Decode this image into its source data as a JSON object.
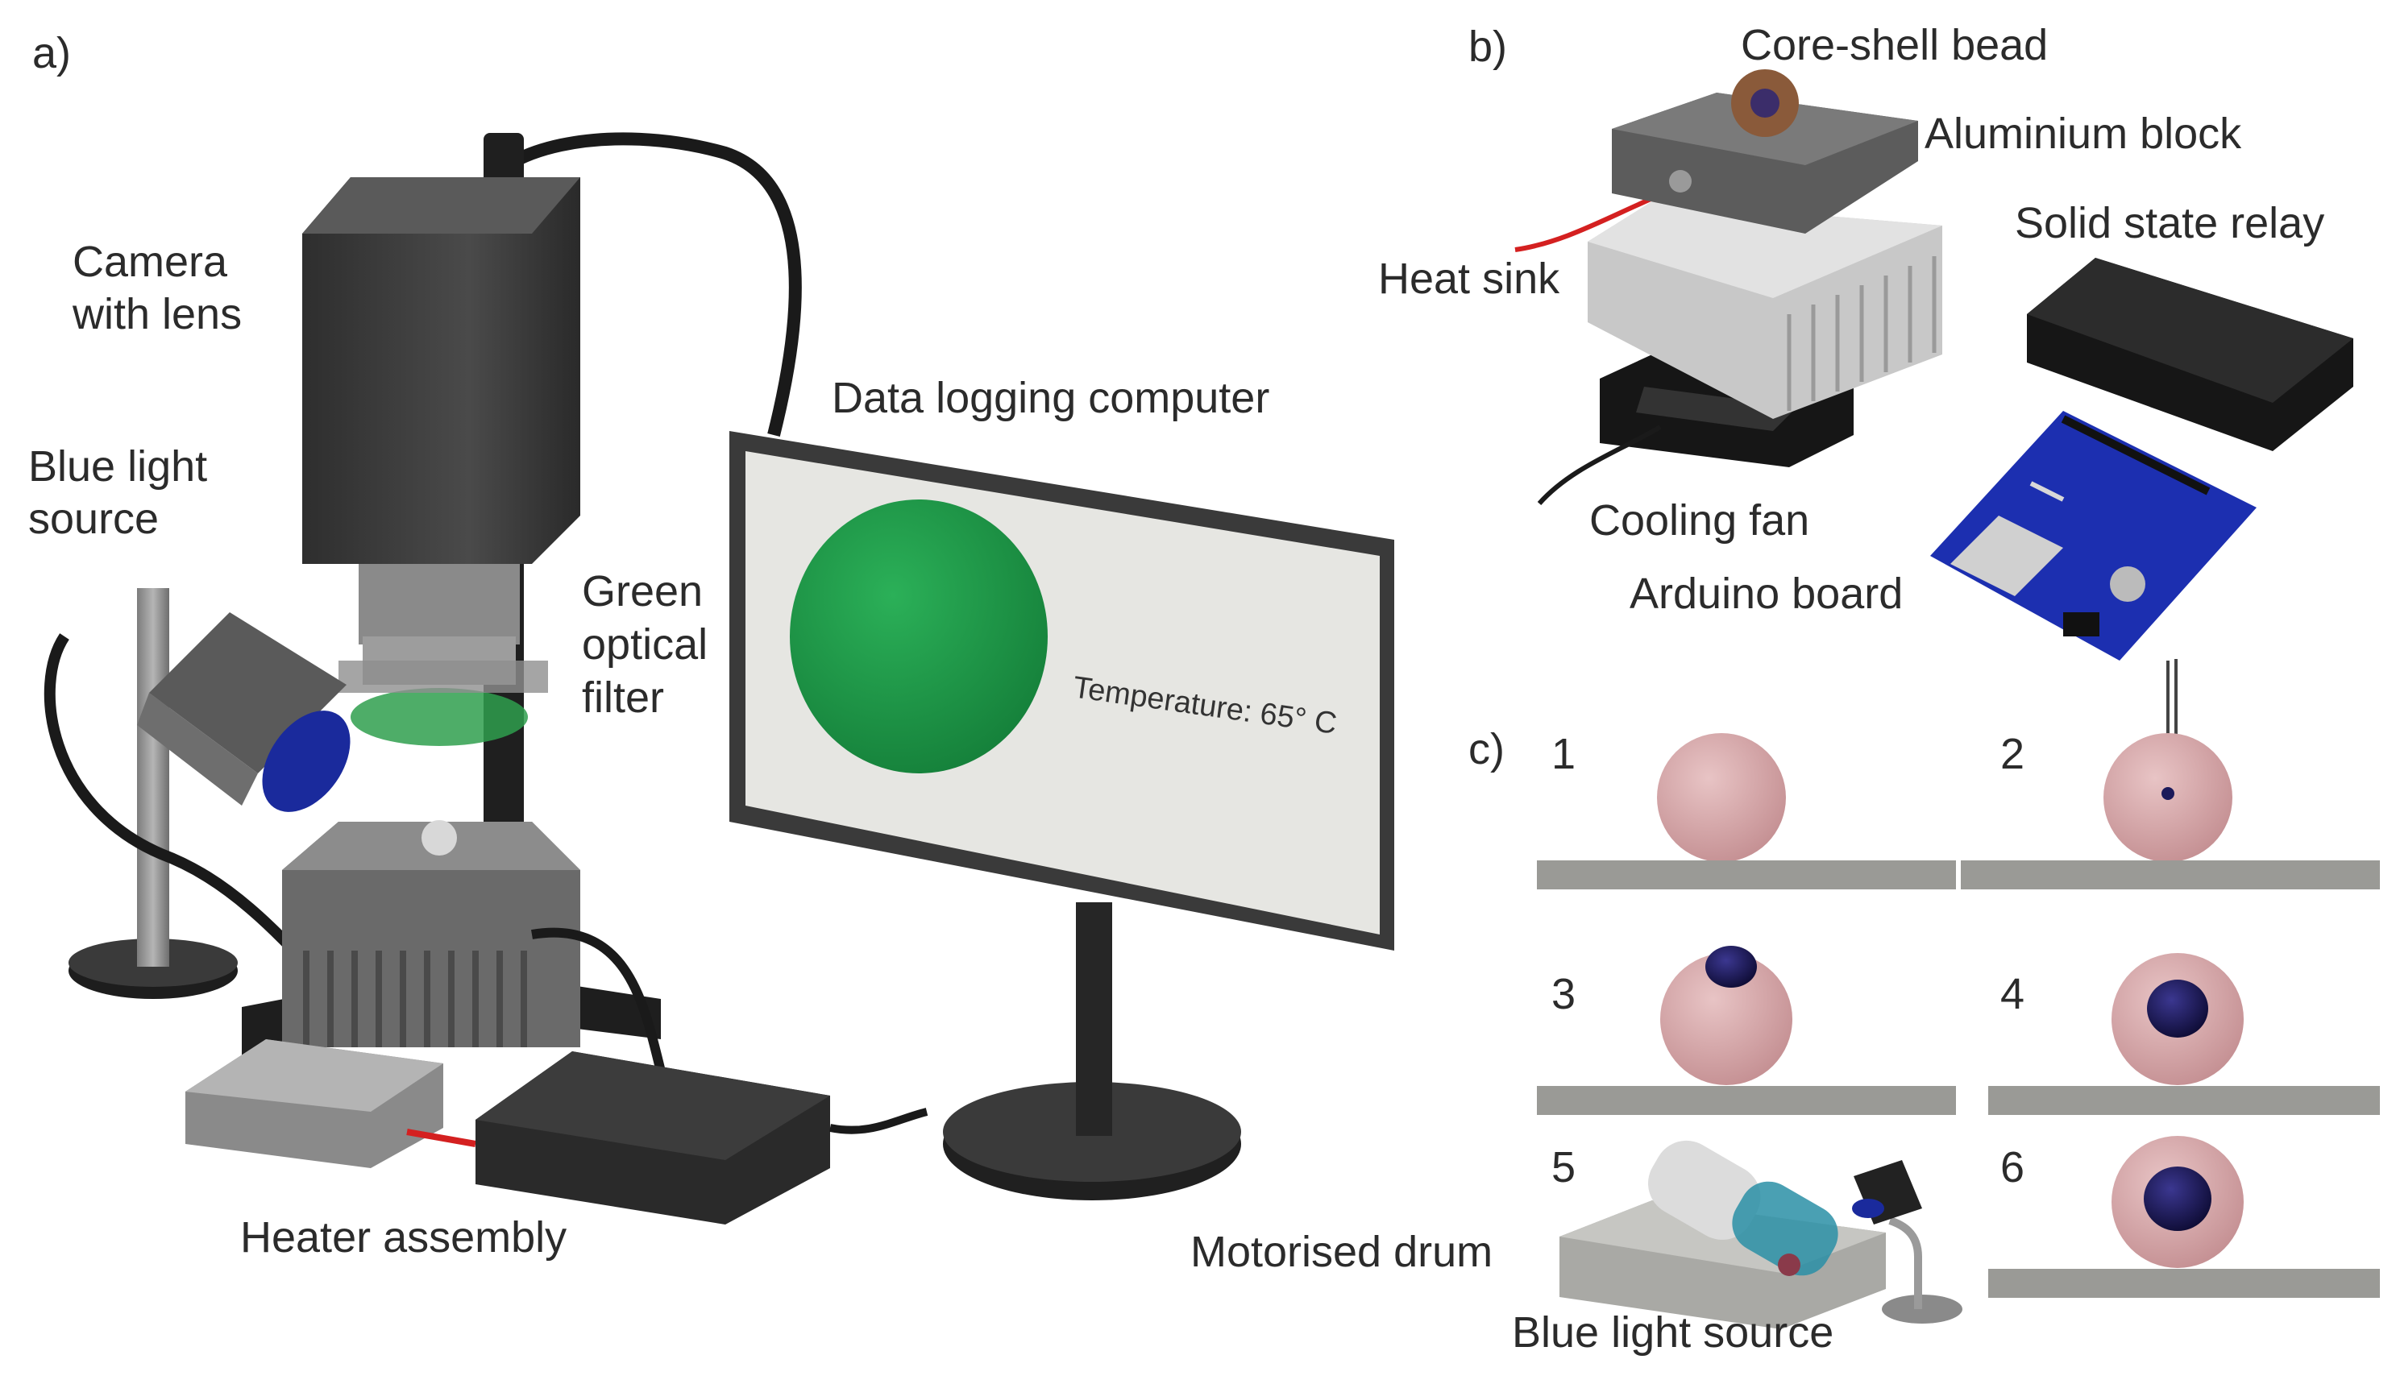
{
  "panels": {
    "a": {
      "letter": "a)",
      "labels": {
        "camera_line1": "Camera",
        "camera_line2": "with lens",
        "blue_light_line1": "Blue light",
        "blue_light_line2": "source",
        "green_filter_line1": "Green",
        "green_filter_line2": "optical",
        "green_filter_line3": "filter",
        "computer": "Data logging computer",
        "heater": "Heater assembly"
      },
      "screen_text": "Temperature: 65° C"
    },
    "b": {
      "letter": "b)",
      "labels": {
        "bead": "Core-shell bead",
        "block": "Aluminium block",
        "heat_sink": "Heat sink",
        "relay": "Solid state relay",
        "fan": "Cooling fan",
        "arduino": "Arduino board"
      }
    },
    "c": {
      "letter": "c)",
      "steps": [
        "1",
        "2",
        "3",
        "4",
        "5",
        "6"
      ],
      "labels": {
        "drum": "Motorised drum",
        "blue_light": "Blue light source"
      }
    }
  },
  "colors": {
    "dark_device": "#3a3a3a",
    "grey_metal": "#9a9a9a",
    "screen_green": "#1f9a45",
    "bead_pink": "#d9a9ab",
    "core_blue": "#1c1a5a",
    "arduino_blue": "#1c2fb0",
    "cable_red": "#d42020"
  }
}
